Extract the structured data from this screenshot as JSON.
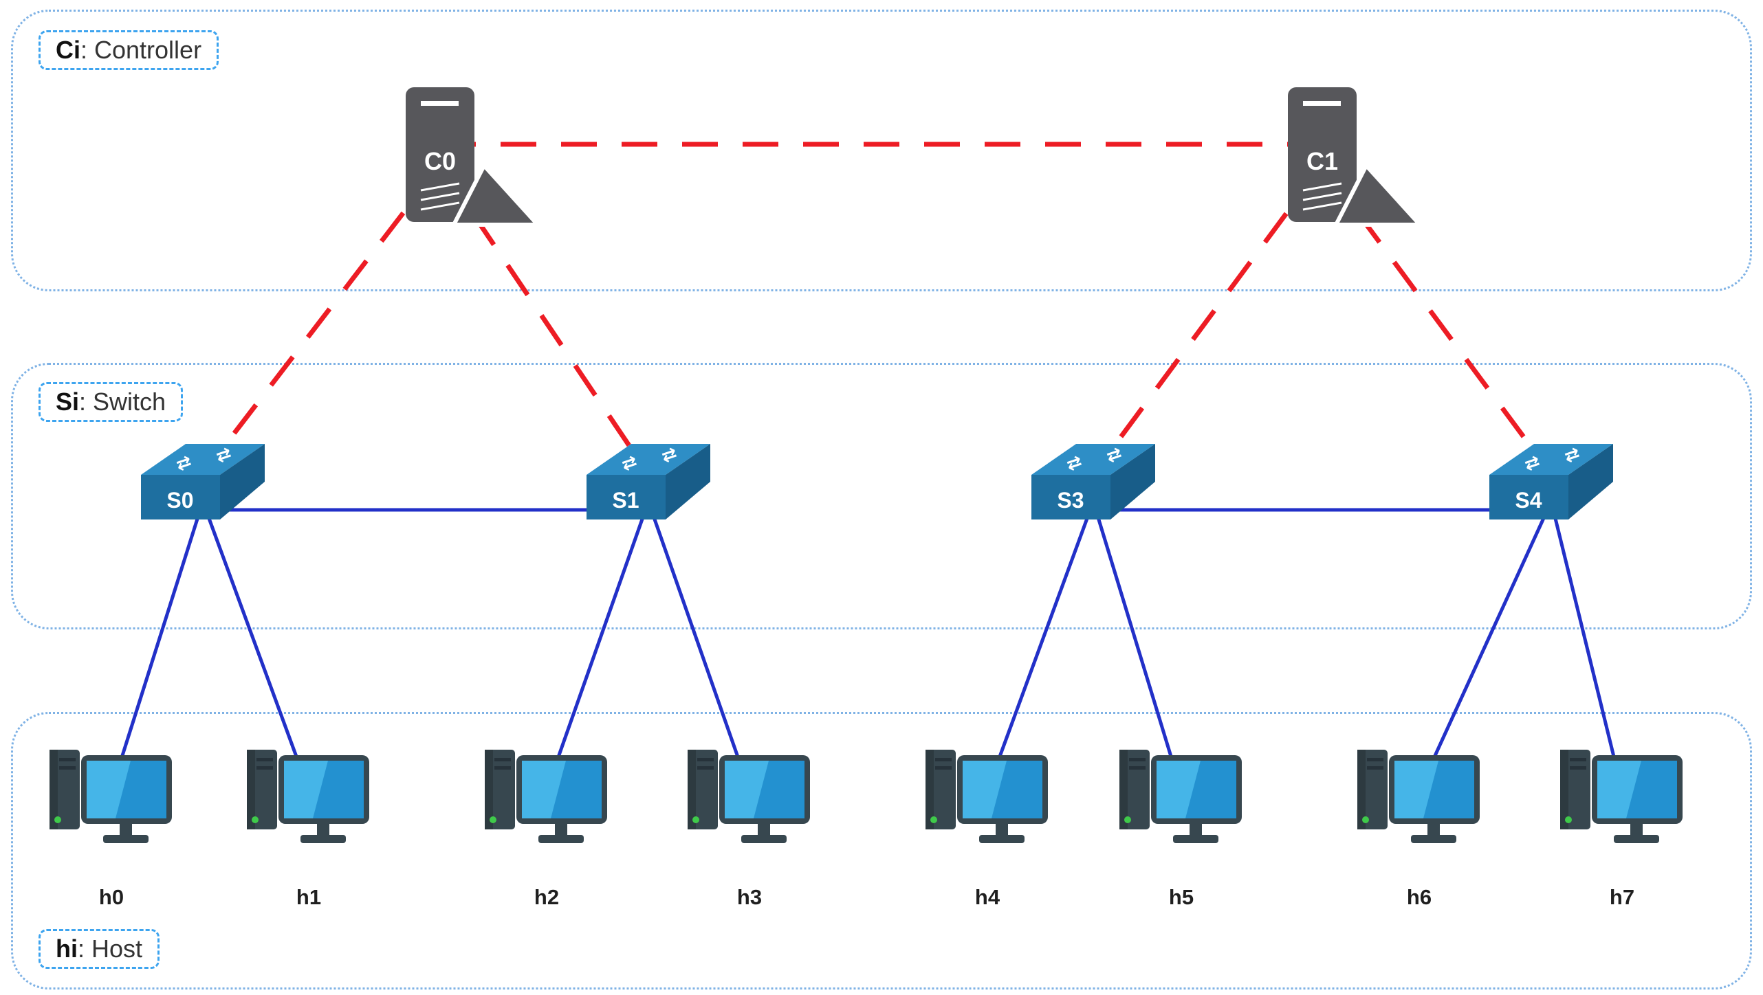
{
  "diagram": {
    "zones": {
      "controller": {
        "label_bold": "Ci",
        "label_rest": ": Controller"
      },
      "switch": {
        "label_bold": "Si",
        "label_rest": ": Switch"
      },
      "host": {
        "label_bold": "hi",
        "label_rest": ": Host"
      }
    },
    "nodes": {
      "controllers": [
        {
          "label": "C0"
        },
        {
          "label": "C1"
        }
      ],
      "switches": [
        {
          "label": "S0"
        },
        {
          "label": "S1"
        },
        {
          "label": "S3"
        },
        {
          "label": "S4"
        }
      ],
      "hosts": [
        {
          "label": "h0"
        },
        {
          "label": "h1"
        },
        {
          "label": "h2"
        },
        {
          "label": "h3"
        },
        {
          "label": "h4"
        },
        {
          "label": "h5"
        },
        {
          "label": "h6"
        },
        {
          "label": "h7"
        }
      ]
    },
    "links": {
      "control": [
        [
          "C0",
          "C1"
        ],
        [
          "C0",
          "S0"
        ],
        [
          "C0",
          "S1"
        ],
        [
          "C1",
          "S3"
        ],
        [
          "C1",
          "S4"
        ]
      ],
      "data": [
        [
          "S0",
          "S1"
        ],
        [
          "S3",
          "S4"
        ],
        [
          "S0",
          "h0"
        ],
        [
          "S0",
          "h1"
        ],
        [
          "S1",
          "h2"
        ],
        [
          "S1",
          "h3"
        ],
        [
          "S3",
          "h4"
        ],
        [
          "S3",
          "h5"
        ],
        [
          "S4",
          "h6"
        ],
        [
          "S4",
          "h7"
        ]
      ]
    }
  },
  "colors": {
    "control_link": "#ed1c24",
    "data_link": "#2230c8",
    "zone_border": "#7fb2e5",
    "tag_border": "#3da4ef",
    "switch_top": "#2e8ec6",
    "switch_front": "#1e6fa0",
    "switch_side": "#185d89",
    "server_body": "#57575b",
    "host_dark": "#37474f",
    "host_screen": "#2391d0",
    "host_screen_light": "#45b5e8",
    "host_led": "#3fca4a",
    "label_text": "#1f1f1f"
  }
}
